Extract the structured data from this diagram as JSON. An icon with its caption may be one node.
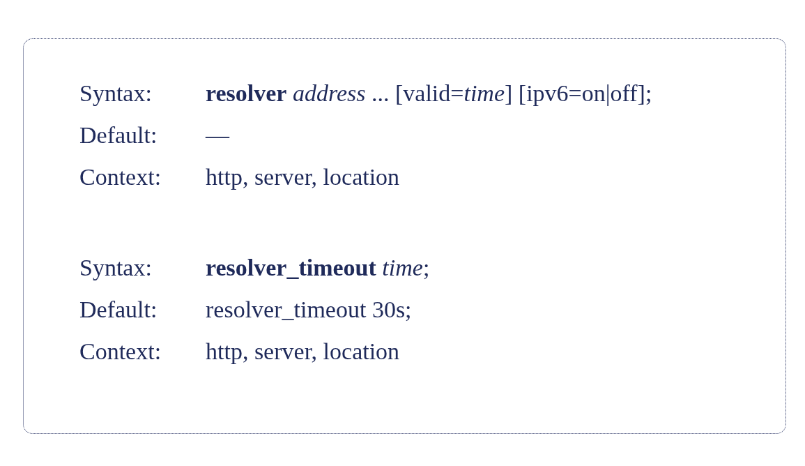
{
  "diagram": {
    "nodes": [
      {
        "text": [
          "Syntax:",
          "**resolver** *address* ... [valid=*time*] [ipv6=on|off];",
          "Default:",
          "—",
          "Context:",
          "http, server, location",
          "Syntax:",
          "**resolver_timeout** *time*;",
          "Default:",
          "resolver_timeout 30s;",
          "Context:",
          "http, server, location"
        ]
      }
    ]
  }
}
